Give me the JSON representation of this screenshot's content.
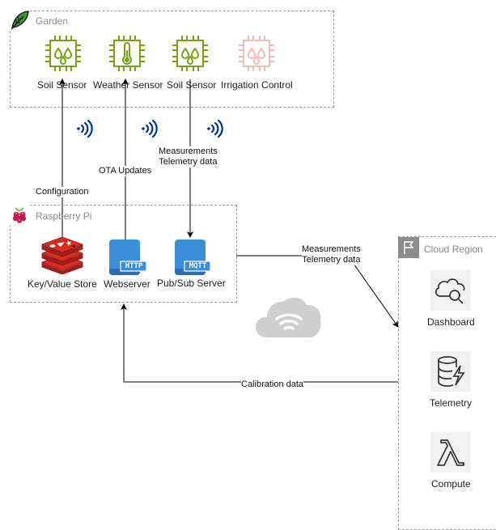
{
  "groups": {
    "garden": "Garden",
    "raspberry": "Raspberry Pi",
    "cloud": "Cloud Region"
  },
  "nodes": {
    "soil_sensor_1": "Soil Sensor",
    "weather_sensor": "Weather Sensor",
    "soil_sensor_2": "Soil Sensor",
    "irrigation": "Irrigation Control",
    "kv_store": "Key/Value Store",
    "webserver": "Webserver",
    "pubsub": "Pub/Sub Server",
    "dashboard": "Dashboard",
    "telemetry": "Telemetry",
    "compute": "Compute"
  },
  "icon_text": {
    "http": "HTTP",
    "mqtt": "MQTT"
  },
  "edges": {
    "configuration": "Configuration",
    "ota": "OTA Updates",
    "measurements_1a": "Measurements",
    "measurements_1b": "Telemetry data",
    "measurements_2a": "Measurements",
    "measurements_2b": "Telemetry data",
    "calibration": "Calibration data"
  },
  "colors": {
    "sensor_green": "#7aa116",
    "irrigation_pink": "#f4b9b9",
    "wireless_blue": "#0a2f8f",
    "server_blue": "#3b8ed8",
    "redis_red": "#c6302b",
    "cloud_gray": "#cfcfcf"
  },
  "icons": [
    "leaf-icon",
    "raspberry-icon",
    "flag-icon",
    "chip-water-icon",
    "chip-thermometer-icon",
    "wireless-icon",
    "redis-icon",
    "http-server-icon",
    "mqtt-server-icon",
    "cloud-wifi-icon",
    "search-cloud-icon",
    "database-bolt-icon",
    "lambda-icon"
  ]
}
